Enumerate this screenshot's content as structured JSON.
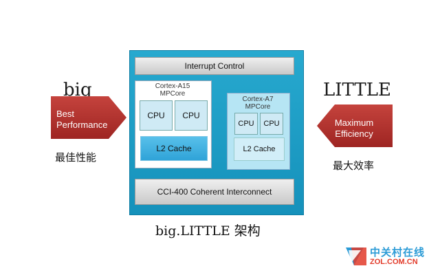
{
  "left": {
    "title": "big",
    "arrow_line1": "Best",
    "arrow_line2": "Performance",
    "subtitle": "最佳性能",
    "arrow_color": "#b5302c"
  },
  "right": {
    "title": "LITTLE",
    "arrow_line1": "Maximum",
    "arrow_line2": "Efficiency",
    "subtitle": "最大效率",
    "arrow_color": "#b5302c"
  },
  "soc": {
    "interrupt": "Interrupt Control",
    "interconnect": "CCI-400 Coherent Interconnect",
    "big_cluster": {
      "name_line1": "Cortex-A15",
      "name_line2": "MPCore",
      "cpus": [
        "CPU",
        "CPU"
      ],
      "cache": "L2 Cache"
    },
    "little_cluster": {
      "name_line1": "Cortex-A7",
      "name_line2": "MPCore",
      "cpus": [
        "CPU",
        "CPU"
      ],
      "cache": "L2 Cache"
    }
  },
  "caption": "big.LITTLE 架构",
  "logo": {
    "cn": "中关村在线",
    "en": "ZOL.COM.CN"
  }
}
